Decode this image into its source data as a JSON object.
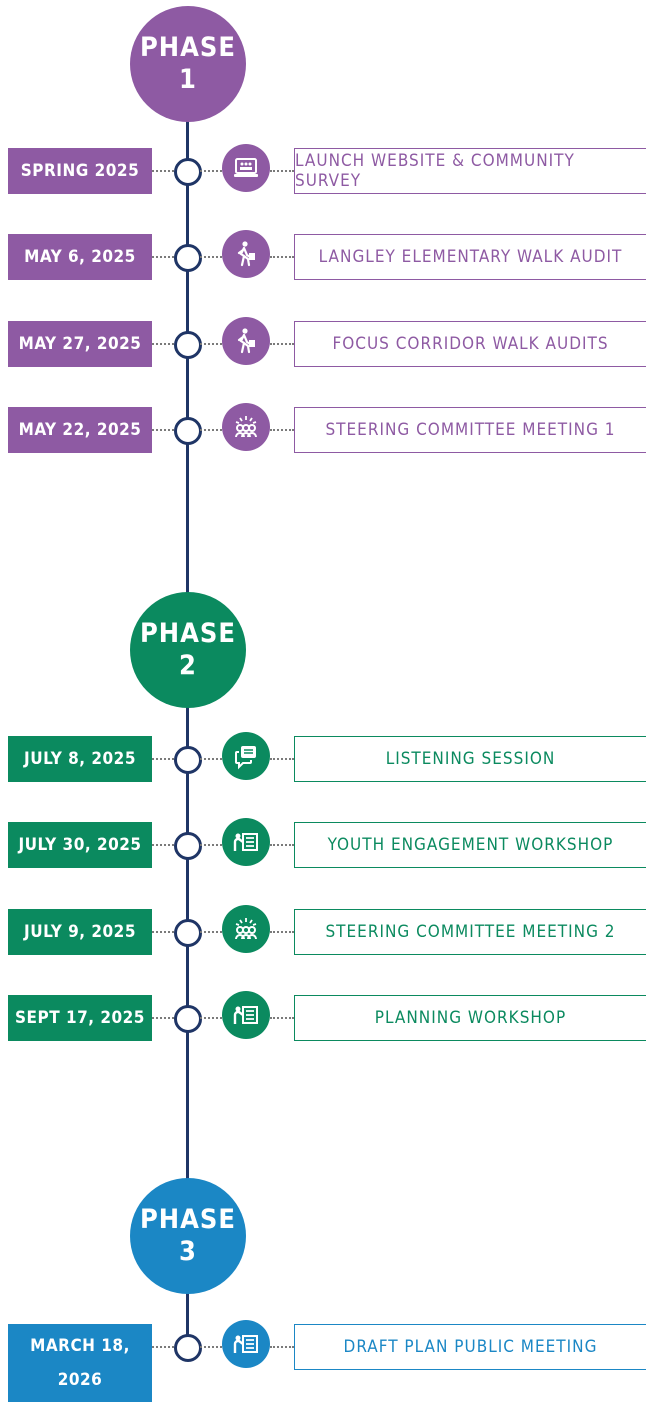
{
  "colors": {
    "phase1": "#8e5aa3",
    "phase2": "#0b8a5f",
    "phase3": "#1b87c5",
    "spine": "#1f3566"
  },
  "phases": [
    {
      "label": "PHASE",
      "number": "1",
      "events": [
        {
          "date": "SPRING 2025",
          "icon": "laptop-survey-icon",
          "title": "LAUNCH WEBSITE & COMMUNITY SURVEY"
        },
        {
          "date": "MAY 6, 2025",
          "icon": "walker-icon",
          "title": "LANGLEY ELEMENTARY WALK AUDIT"
        },
        {
          "date": "MAY 27, 2025",
          "icon": "walker-icon",
          "title": "FOCUS CORRIDOR WALK AUDITS"
        },
        {
          "date": "MAY 22, 2025",
          "icon": "group-meeting-icon",
          "title": "STEERING COMMITTEE MEETING 1"
        }
      ]
    },
    {
      "label": "PHASE",
      "number": "2",
      "events": [
        {
          "date": "JULY 8, 2025",
          "icon": "speech-bubble-icon",
          "title": "LISTENING SESSION"
        },
        {
          "date": "JULY 30, 2025",
          "icon": "presenter-board-icon",
          "title": "YOUTH ENGAGEMENT WORKSHOP"
        },
        {
          "date": "JULY 9, 2025",
          "icon": "group-meeting-icon",
          "title": "STEERING COMMITTEE MEETING 2"
        },
        {
          "date": "SEPT 17, 2025",
          "icon": "presenter-board-icon",
          "title": "PLANNING WORKSHOP"
        }
      ]
    },
    {
      "label": "PHASE",
      "number": "3",
      "events": [
        {
          "date_line1": "MARCH 18,",
          "date_line2": "2026",
          "icon": "presenter-board-icon",
          "title": "DRAFT PLAN PUBLIC MEETING"
        }
      ]
    }
  ]
}
